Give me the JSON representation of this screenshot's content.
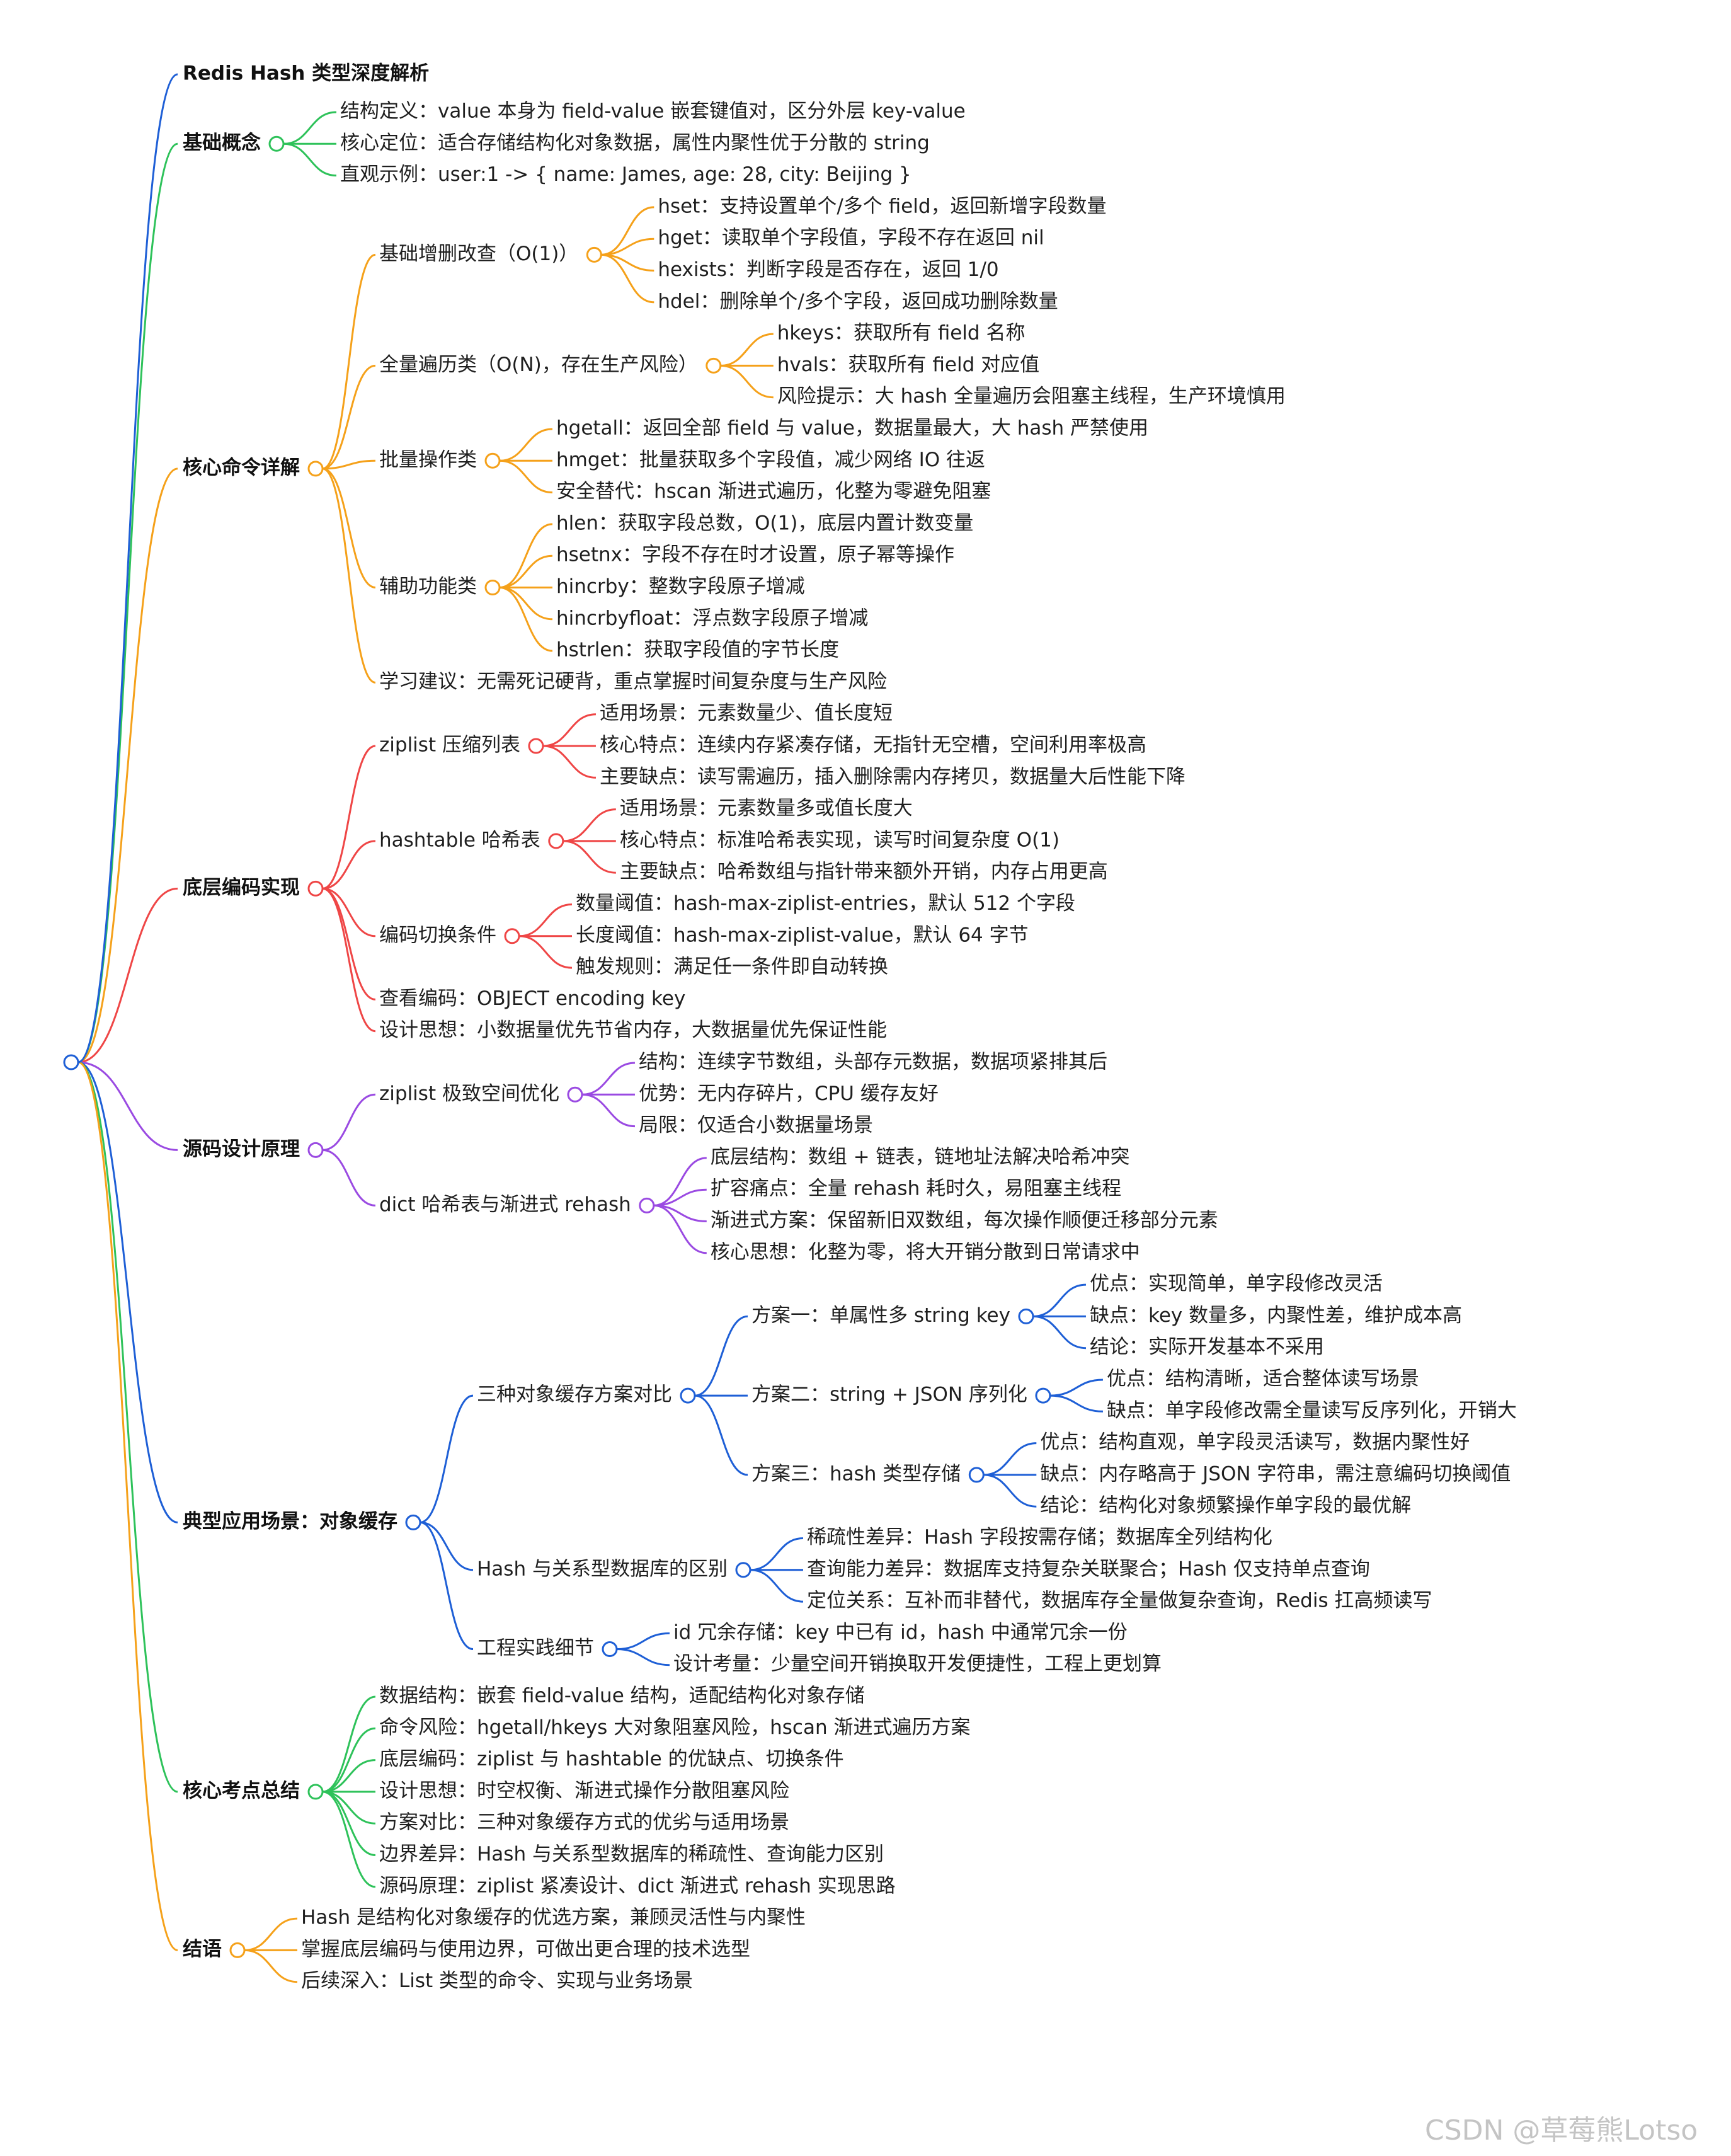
{
  "root": {
    "label": "Redis Hash 类型深度解析"
  },
  "colors": {
    "blue": "#1e5fd6",
    "green": "#2ec25a",
    "orange": "#f5a11a",
    "red": "#ef4646",
    "purple": "#9a4ae2"
  },
  "watermark": "CSDN @草莓熊Lotso",
  "branches": [
    {
      "label": "基础概念",
      "color": "green",
      "children": [
        {
          "label": "结构定义：value 本身为 field-value 嵌套键值对，区分外层 key-value"
        },
        {
          "label": "核心定位：适合存储结构化对象数据，属性内聚性优于分散的 string"
        },
        {
          "label": "直观示例：user:1 -> { name: James, age: 28, city: Beijing }"
        }
      ]
    },
    {
      "label": "核心命令详解",
      "color": "orange",
      "children": [
        {
          "label": "基础增删改查（O(1)）",
          "children": [
            {
              "label": "hset：支持设置单个/多个 field，返回新增字段数量"
            },
            {
              "label": "hget：读取单个字段值，字段不存在返回 nil"
            },
            {
              "label": "hexists：判断字段是否存在，返回 1/0"
            },
            {
              "label": "hdel：删除单个/多个字段，返回成功删除数量"
            }
          ]
        },
        {
          "label": "全量遍历类（O(N)，存在生产风险）",
          "children": [
            {
              "label": "hkeys：获取所有 field 名称"
            },
            {
              "label": "hvals：获取所有 field 对应值"
            },
            {
              "label": "风险提示：大 hash 全量遍历会阻塞主线程，生产环境慎用"
            }
          ]
        },
        {
          "label": "批量操作类",
          "children": [
            {
              "label": "hgetall：返回全部 field 与 value，数据量最大，大 hash 严禁使用"
            },
            {
              "label": "hmget：批量获取多个字段值，减少网络 IO 往返"
            },
            {
              "label": "安全替代：hscan 渐进式遍历，化整为零避免阻塞"
            }
          ]
        },
        {
          "label": "辅助功能类",
          "children": [
            {
              "label": "hlen：获取字段总数，O(1)，底层内置计数变量"
            },
            {
              "label": "hsetnx：字段不存在时才设置，原子幂等操作"
            },
            {
              "label": "hincrby：整数字段原子增减"
            },
            {
              "label": "hincrbyfloat：浮点数字段原子增减"
            },
            {
              "label": "hstrlen：获取字段值的字节长度"
            }
          ]
        },
        {
          "label": "学习建议：无需死记硬背，重点掌握时间复杂度与生产风险"
        }
      ]
    },
    {
      "label": "底层编码实现",
      "color": "red",
      "children": [
        {
          "label": "ziplist 压缩列表",
          "children": [
            {
              "label": "适用场景：元素数量少、值长度短"
            },
            {
              "label": "核心特点：连续内存紧凑存储，无指针无空槽，空间利用率极高"
            },
            {
              "label": "主要缺点：读写需遍历，插入删除需内存拷贝，数据量大后性能下降"
            }
          ]
        },
        {
          "label": "hashtable 哈希表",
          "children": [
            {
              "label": "适用场景：元素数量多或值长度大"
            },
            {
              "label": "核心特点：标准哈希表实现，读写时间复杂度 O(1)"
            },
            {
              "label": "主要缺点：哈希数组与指针带来额外开销，内存占用更高"
            }
          ]
        },
        {
          "label": "编码切换条件",
          "children": [
            {
              "label": "数量阈值：hash-max-ziplist-entries，默认 512 个字段"
            },
            {
              "label": "长度阈值：hash-max-ziplist-value，默认 64 字节"
            },
            {
              "label": "触发规则：满足任一条件即自动转换"
            }
          ]
        },
        {
          "label": "查看编码：OBJECT encoding key"
        },
        {
          "label": "设计思想：小数据量优先节省内存，大数据量优先保证性能"
        }
      ]
    },
    {
      "label": "源码设计原理",
      "color": "purple",
      "children": [
        {
          "label": "ziplist 极致空间优化",
          "children": [
            {
              "label": "结构：连续字节数组，头部存元数据，数据项紧排其后"
            },
            {
              "label": "优势：无内存碎片，CPU 缓存友好"
            },
            {
              "label": "局限：仅适合小数据量场景"
            }
          ]
        },
        {
          "label": "dict 哈希表与渐进式 rehash",
          "children": [
            {
              "label": "底层结构：数组 + 链表，链地址法解决哈希冲突"
            },
            {
              "label": "扩容痛点：全量 rehash 耗时久，易阻塞主线程"
            },
            {
              "label": "渐进式方案：保留新旧双数组，每次操作顺便迁移部分元素"
            },
            {
              "label": "核心思想：化整为零，将大开销分散到日常请求中"
            }
          ]
        }
      ]
    },
    {
      "label": "典型应用场景：对象缓存",
      "color": "blue",
      "children": [
        {
          "label": "三种对象缓存方案对比",
          "children": [
            {
              "label": "方案一：单属性多 string key",
              "children": [
                {
                  "label": "优点：实现简单，单字段修改灵活"
                },
                {
                  "label": "缺点：key 数量多，内聚性差，维护成本高"
                },
                {
                  "label": "结论：实际开发基本不采用"
                }
              ]
            },
            {
              "label": "方案二：string + JSON 序列化",
              "children": [
                {
                  "label": "优点：结构清晰，适合整体读写场景"
                },
                {
                  "label": "缺点：单字段修改需全量读写反序列化，开销大"
                }
              ]
            },
            {
              "label": "方案三：hash 类型存储",
              "children": [
                {
                  "label": "优点：结构直观，单字段灵活读写，数据内聚性好"
                },
                {
                  "label": "缺点：内存略高于 JSON 字符串，需注意编码切换阈值"
                },
                {
                  "label": "结论：结构化对象频繁操作单字段的最优解"
                }
              ]
            }
          ]
        },
        {
          "label": "Hash 与关系型数据库的区别",
          "children": [
            {
              "label": "稀疏性差异：Hash 字段按需存储；数据库全列结构化"
            },
            {
              "label": "查询能力差异：数据库支持复杂关联聚合；Hash 仅支持单点查询"
            },
            {
              "label": "定位关系：互补而非替代，数据库存全量做复杂查询，Redis 扛高频读写"
            }
          ]
        },
        {
          "label": "工程实践细节",
          "children": [
            {
              "label": "id 冗余存储：key 中已有 id，hash 中通常冗余一份"
            },
            {
              "label": "设计考量：少量空间开销换取开发便捷性，工程上更划算"
            }
          ]
        }
      ]
    },
    {
      "label": "核心考点总结",
      "color": "green",
      "children": [
        {
          "label": "数据结构：嵌套 field-value 结构，适配结构化对象存储"
        },
        {
          "label": "命令风险：hgetall/hkeys 大对象阻塞风险，hscan 渐进式遍历方案"
        },
        {
          "label": "底层编码：ziplist 与 hashtable 的优缺点、切换条件"
        },
        {
          "label": "设计思想：时空权衡、渐进式操作分散阻塞风险"
        },
        {
          "label": "方案对比：三种对象缓存方式的优劣与适用场景"
        },
        {
          "label": "边界差异：Hash 与关系型数据库的稀疏性、查询能力区别"
        },
        {
          "label": "源码原理：ziplist 紧凑设计、dict 渐进式 rehash 实现思路"
        }
      ]
    },
    {
      "label": "结语",
      "color": "orange",
      "children": [
        {
          "label": "Hash 是结构化对象缓存的优选方案，兼顾灵活性与内聚性"
        },
        {
          "label": "掌握底层编码与使用边界，可做出更合理的技术选型"
        },
        {
          "label": "后续深入：List 类型的命令、实现与业务场景"
        }
      ]
    }
  ]
}
